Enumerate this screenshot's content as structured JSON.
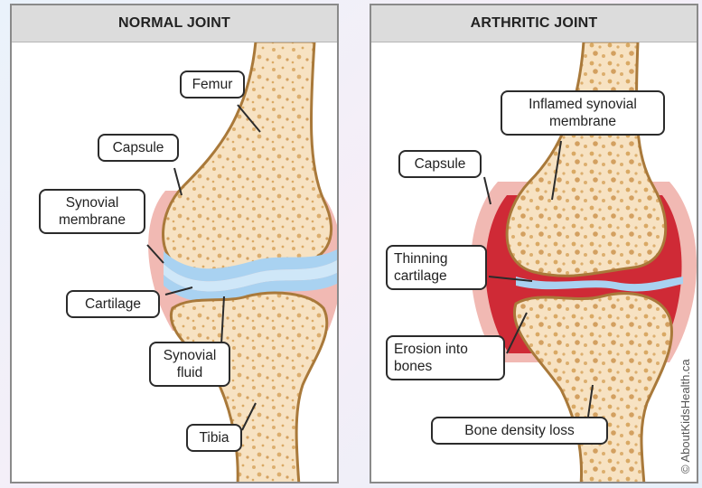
{
  "left_panel": {
    "title": "NORMAL JOINT",
    "labels": {
      "femur": "Femur",
      "capsule": "Capsule",
      "synovial_membrane_1": "Synovial",
      "synovial_membrane_2": "membrane",
      "cartilage": "Cartilage",
      "synovial_fluid_1": "Synovial",
      "synovial_fluid_2": "fluid",
      "tibia": "Tibia"
    }
  },
  "right_panel": {
    "title": "ARTHRITIC JOINT",
    "labels": {
      "inflamed_1": "Inflamed synovial",
      "inflamed_2": "membrane",
      "capsule": "Capsule",
      "thinning_1": "Thinning",
      "thinning_2": "cartilage",
      "erosion_1": "Erosion into",
      "erosion_2": "bones",
      "density": "Bone density loss"
    },
    "watermark": "© AboutKidsHealth.ca"
  },
  "colors": {
    "bone": "#f7e2c2",
    "bone_outline": "#a9793a",
    "bone_speckle": "#dcae6e",
    "capsule": "#eea7a0",
    "inflamed": "#cf2a36",
    "cartilage": "#a9d2f1",
    "fluid": "#cfe7f8",
    "callout_border": "#2b2b2b"
  }
}
